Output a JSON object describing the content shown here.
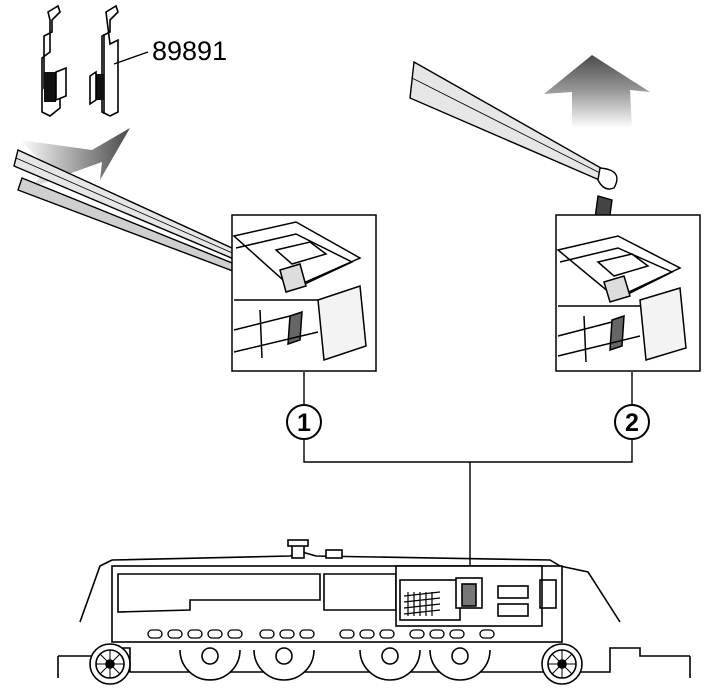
{
  "part_label": "89891",
  "steps": [
    {
      "number": "1"
    },
    {
      "number": "2"
    }
  ]
}
